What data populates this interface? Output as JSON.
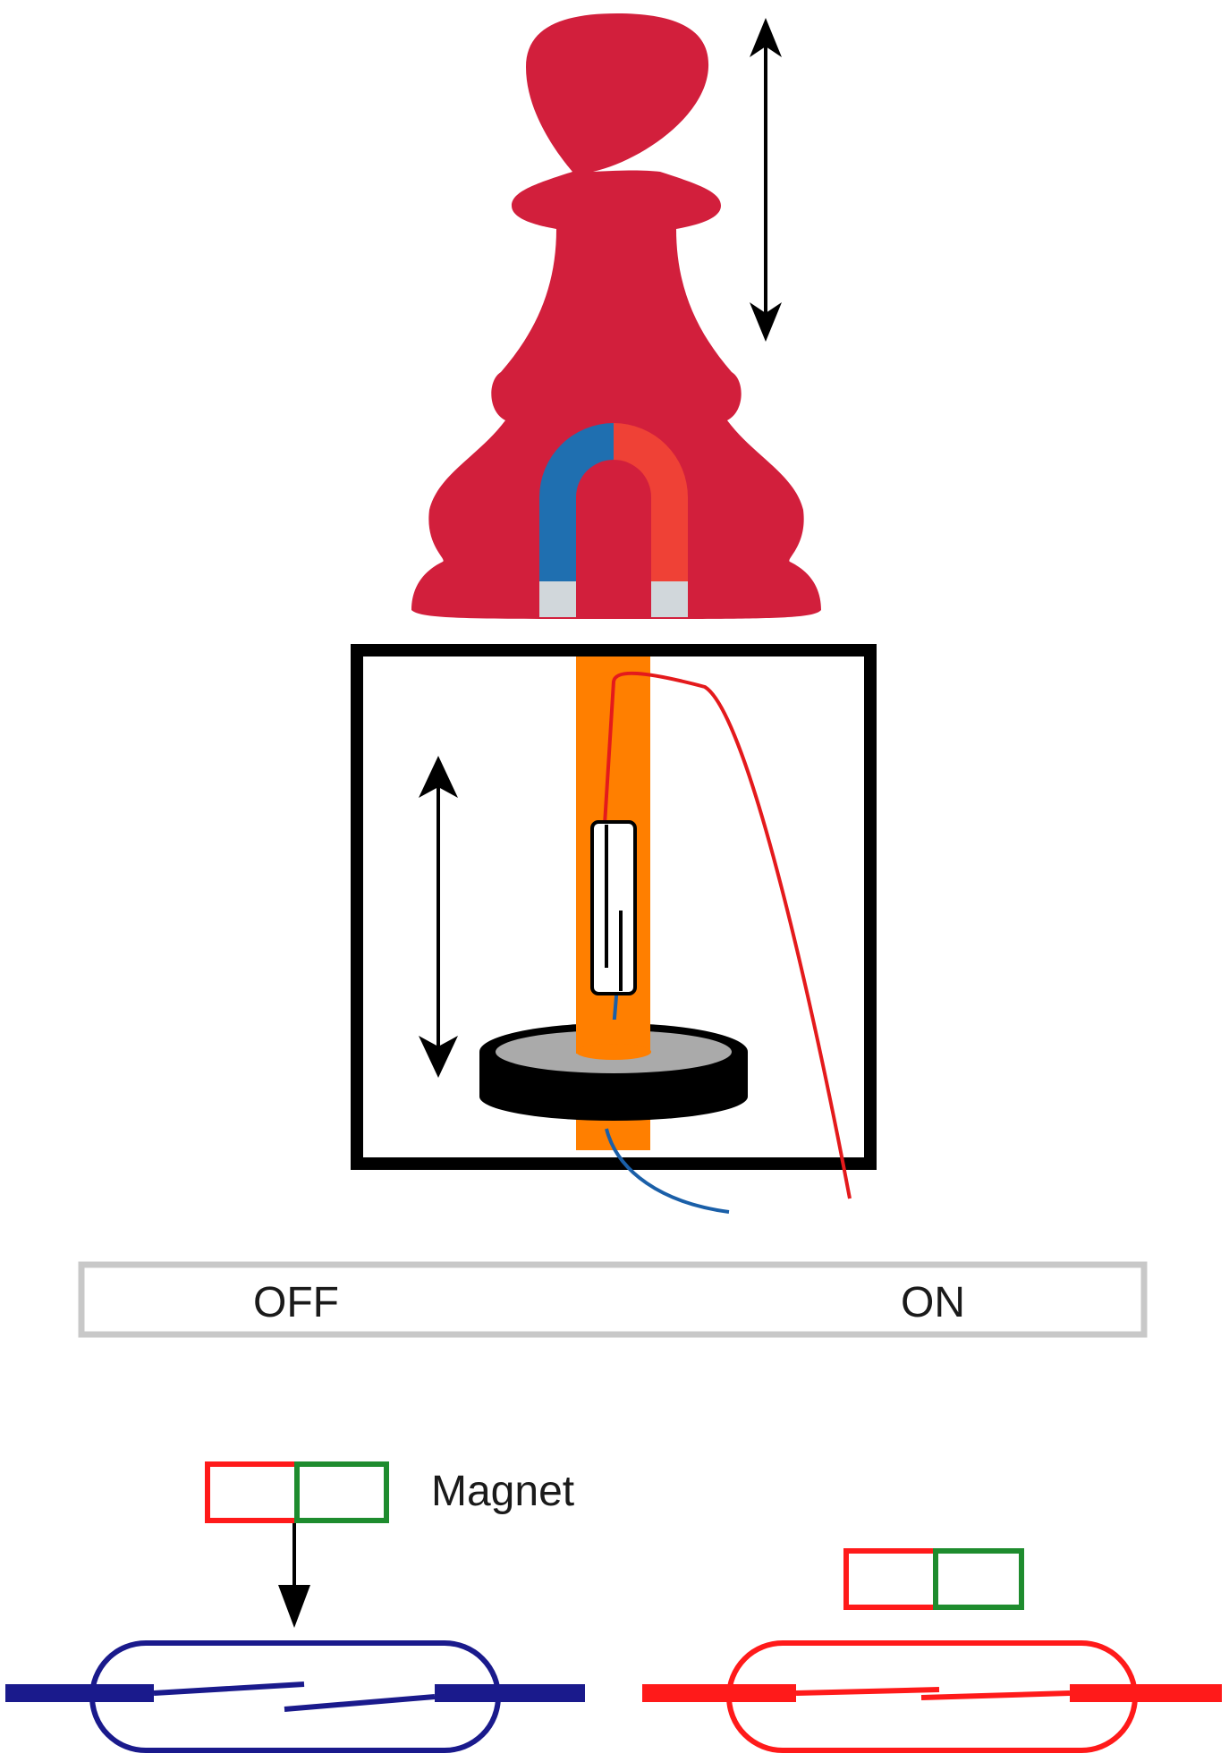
{
  "state_labels": {
    "off": "OFF",
    "on": "ON"
  },
  "magnet_label": "Magnet",
  "colors": {
    "pawn": "#d21f3c",
    "magnet_north": "#1f6fb0",
    "magnet_south": "#ef4136",
    "magnet_tip": "#d1d7db",
    "rod": "#ff7f00",
    "wire_red": "#e41a1c",
    "wire_blue": "#1a5fa8",
    "reed_off": "#1a1a8c",
    "reed_on": "#ff1a1a",
    "bar_red": "#ff1a1a",
    "bar_green": "#1e8c2e"
  },
  "icons": [
    "chess-pawn-icon",
    "horseshoe-magnet-icon",
    "reed-switch-icon",
    "bar-magnet-icon"
  ]
}
